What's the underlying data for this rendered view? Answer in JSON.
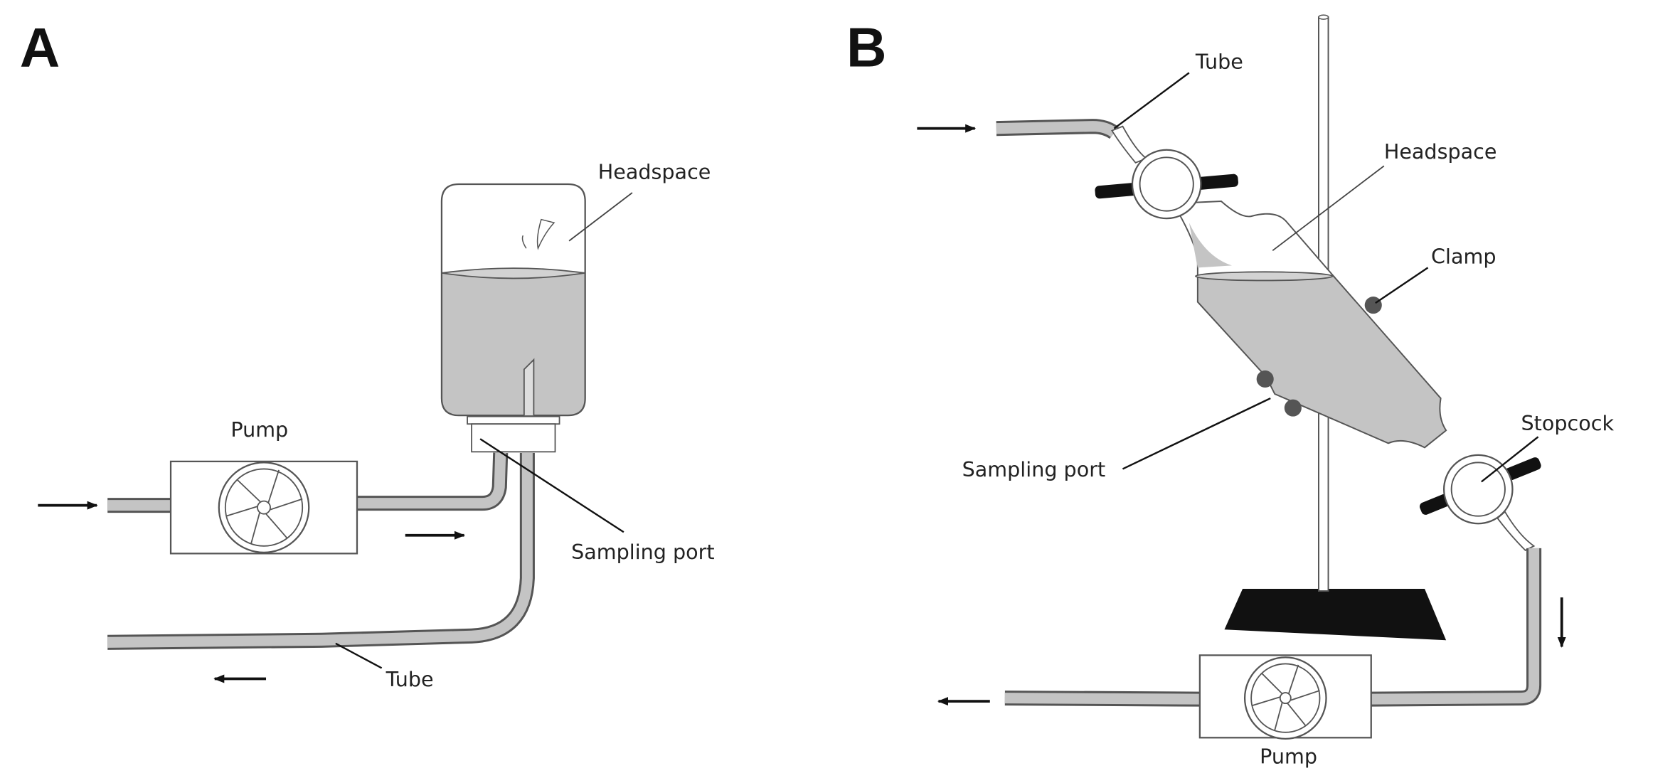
{
  "figure": {
    "panels": [
      {
        "id": "A",
        "labels": {
          "headspace": "Headspace",
          "pump": "Pump",
          "sampling_port": "Sampling port",
          "tube": "Tube"
        },
        "flow_arrows": [
          "right",
          "right",
          "left"
        ]
      },
      {
        "id": "B",
        "labels": {
          "tube": "Tube",
          "headspace": "Headspace",
          "clamp": "Clamp",
          "stopcock": "Stopcock",
          "sampling_port": "Sampling port",
          "pump": "Pump"
        },
        "flow_arrows": [
          "right",
          "down",
          "left"
        ]
      }
    ],
    "colors": {
      "liquid": "#c4c4c4",
      "outline": "#555555",
      "stand_base": "#111111",
      "clamp_knob": "#555555"
    }
  }
}
